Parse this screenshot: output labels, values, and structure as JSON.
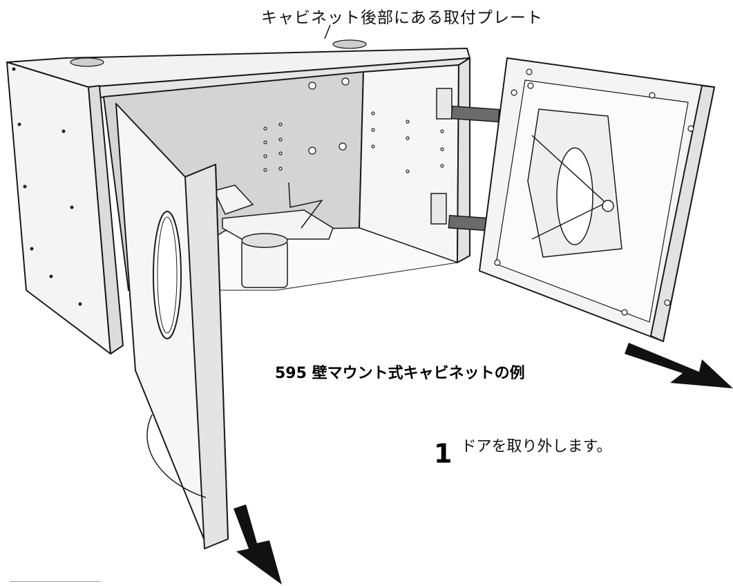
{
  "callout_label": "キャビネット後部にある取付プレート",
  "caption": "595 壁マウント式キャビネットの例",
  "step": {
    "number": "1",
    "text": "ドアを取り外します。"
  },
  "colors": {
    "panel": "#d4d4d4",
    "panel_light": "#f2f2f2",
    "outline": "#1a1a1a",
    "arrow": "#111111",
    "hinge": "#6b6b6b"
  },
  "icons": [
    "arrow-down-icon",
    "arrow-right-icon"
  ]
}
